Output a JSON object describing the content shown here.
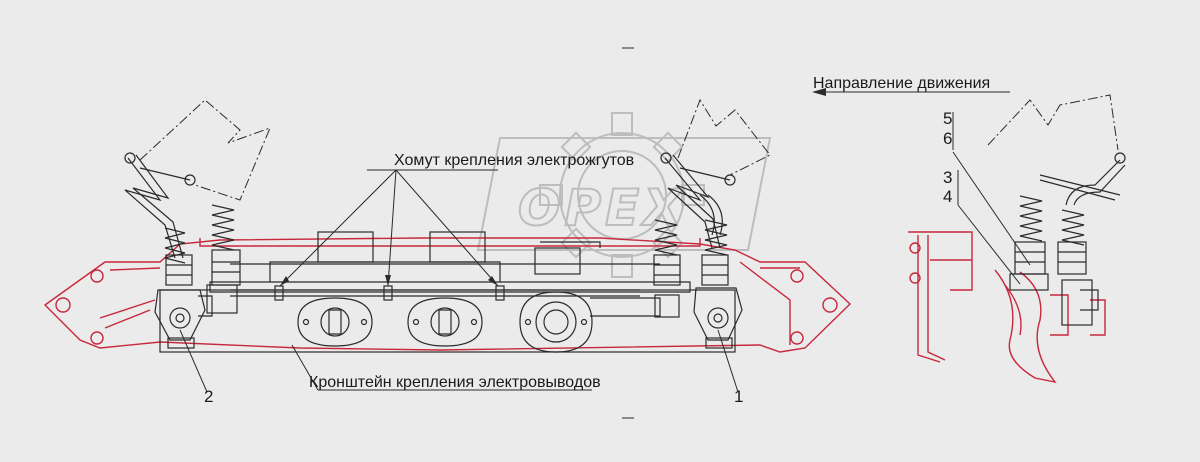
{
  "colors": {
    "background": "#ebebeb",
    "outline": "#2b2b2b",
    "accent": "#c8283c",
    "watermark": "#bdbdbd"
  },
  "watermark": {
    "text": "OPEX"
  },
  "labels": {
    "direction": "Направление движения",
    "clamp": "Хомут крепления электрожгутов",
    "bracket": "Кронштейн крепления электровыводов"
  },
  "parts": [
    {
      "id": "1",
      "text": "1"
    },
    {
      "id": "2",
      "text": "2"
    },
    {
      "id": "3",
      "text": "3"
    },
    {
      "id": "4",
      "text": "4"
    },
    {
      "id": "5",
      "text": "5"
    },
    {
      "id": "6",
      "text": "6"
    }
  ]
}
